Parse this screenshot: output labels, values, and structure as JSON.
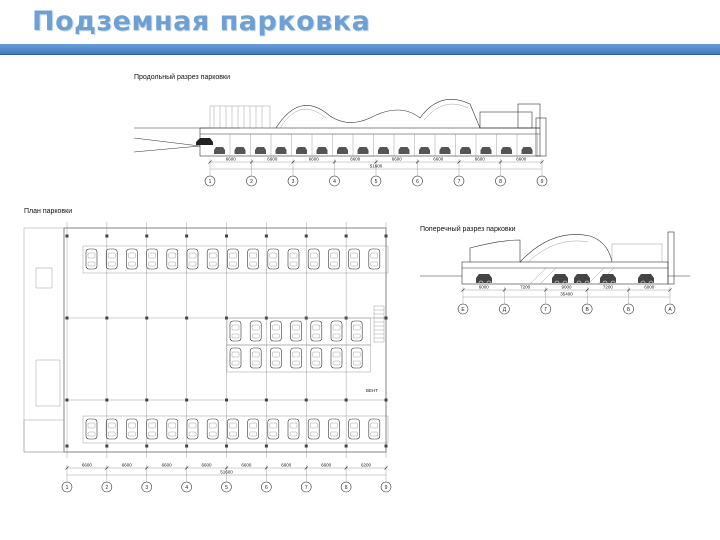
{
  "slide": {
    "title": "Подземная парковка"
  },
  "longitudinal": {
    "caption": "Продольный разрез парковки",
    "spans": [
      "6600",
      "6600",
      "6600",
      "6600",
      "6600",
      "6600",
      "6600",
      "6600"
    ],
    "total": "51600",
    "axes": [
      "1",
      "2",
      "3",
      "4",
      "5",
      "6",
      "7",
      "8",
      "9"
    ]
  },
  "plan": {
    "caption": "План парковки",
    "spans": [
      "6600",
      "6600",
      "6600",
      "6600",
      "6600",
      "6600",
      "6600",
      "6200"
    ],
    "total": "51600",
    "axes": [
      "1",
      "2",
      "3",
      "4",
      "5",
      "6",
      "7",
      "8",
      "9"
    ],
    "room_label": "ВЕНТ"
  },
  "cross": {
    "caption": "Поперечный разрез парковки",
    "spans": [
      "6000",
      "7200",
      "9000",
      "7200",
      "6000"
    ],
    "total": "35400",
    "axes": [
      "Е",
      "Д",
      "Г",
      "В",
      "Б",
      "А"
    ]
  },
  "colors": {
    "title": "#6fa0d4",
    "bar": "#4a82c8"
  }
}
